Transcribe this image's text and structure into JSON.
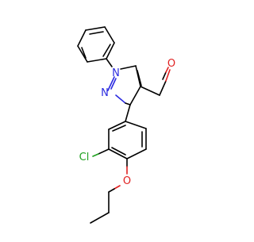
{
  "molecule": {
    "atom_labels": {
      "n1": "N",
      "n2": "N",
      "o_aldehyde": "O",
      "cl": "Cl",
      "o_ether": "O"
    },
    "colors": {
      "bond": "#000000",
      "nitrogen": "#2b2be0",
      "oxygen": "#e02020",
      "chlorine": "#1fa01f",
      "background": "#ffffff"
    }
  }
}
